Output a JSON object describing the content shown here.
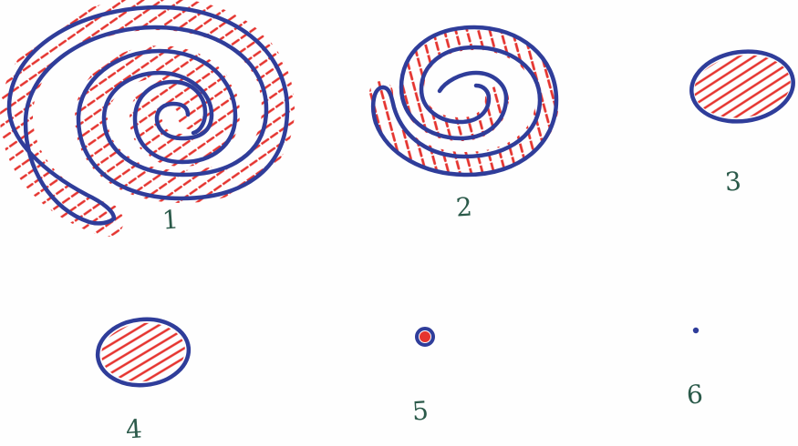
{
  "colors": {
    "outline": "#2f3d9a",
    "hatch": "#e5342f",
    "label": "#2b5a4a",
    "paper": "#fefefe"
  },
  "figures": [
    {
      "label": "1",
      "shape": "large spiral, hatched interior"
    },
    {
      "label": "2",
      "shape": "smaller spiral, hatched interior"
    },
    {
      "label": "3",
      "shape": "ellipse, hatched"
    },
    {
      "label": "4",
      "shape": "smaller ellipse, hatched"
    },
    {
      "label": "5",
      "shape": "tiny circle, filled"
    },
    {
      "label": "6",
      "shape": "dot"
    }
  ]
}
